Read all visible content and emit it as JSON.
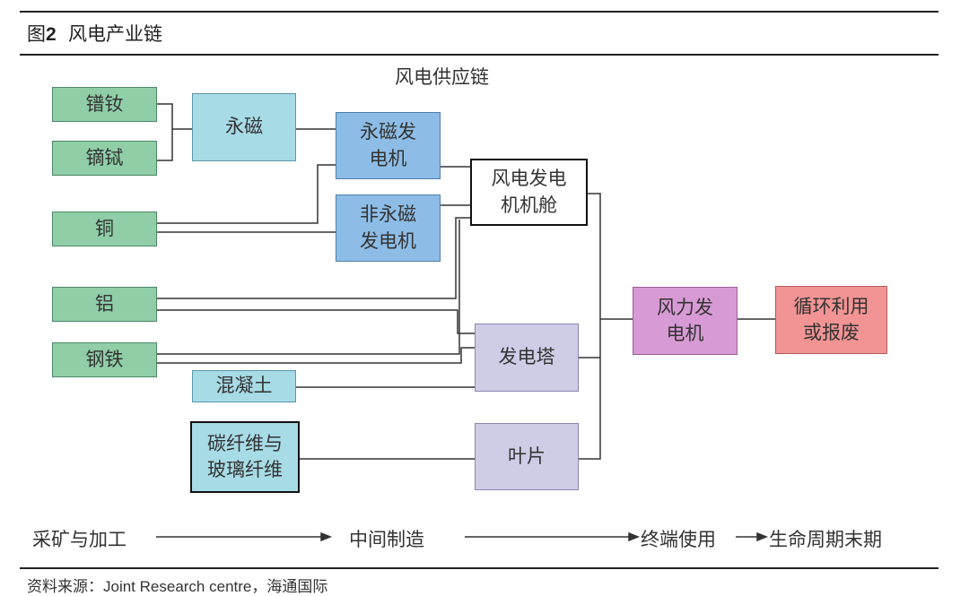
{
  "figure": {
    "label": "图",
    "number": "2",
    "title": "风电产业链"
  },
  "diagram_title": "风电供应链",
  "nodes": {
    "praseodymium_neodymium": "镨钕",
    "dysprosium_terbium": "镝铽",
    "copper": "铜",
    "aluminum": "铝",
    "steel": "钢铁",
    "concrete": "混凝土",
    "fiber": "碳纤维与玻璃纤维",
    "permanent_magnet": "永磁",
    "pm_generator": "永磁发电机",
    "non_pm_generator": "非永磁发电机",
    "nacelle": "风电发电机机舱",
    "tower": "发电塔",
    "blade": "叶片",
    "wind_turbine": "风力发电机",
    "recycle": "循环利用或报废"
  },
  "stages": {
    "mining": "采矿与加工",
    "manufacturing": "中间制造",
    "end_use": "终端使用",
    "end_of_life": "生命周期末期"
  },
  "source": {
    "prefix": "资料来源：",
    "org": "Joint Research centre",
    "sep": "，",
    "suffix": "海通国际"
  }
}
